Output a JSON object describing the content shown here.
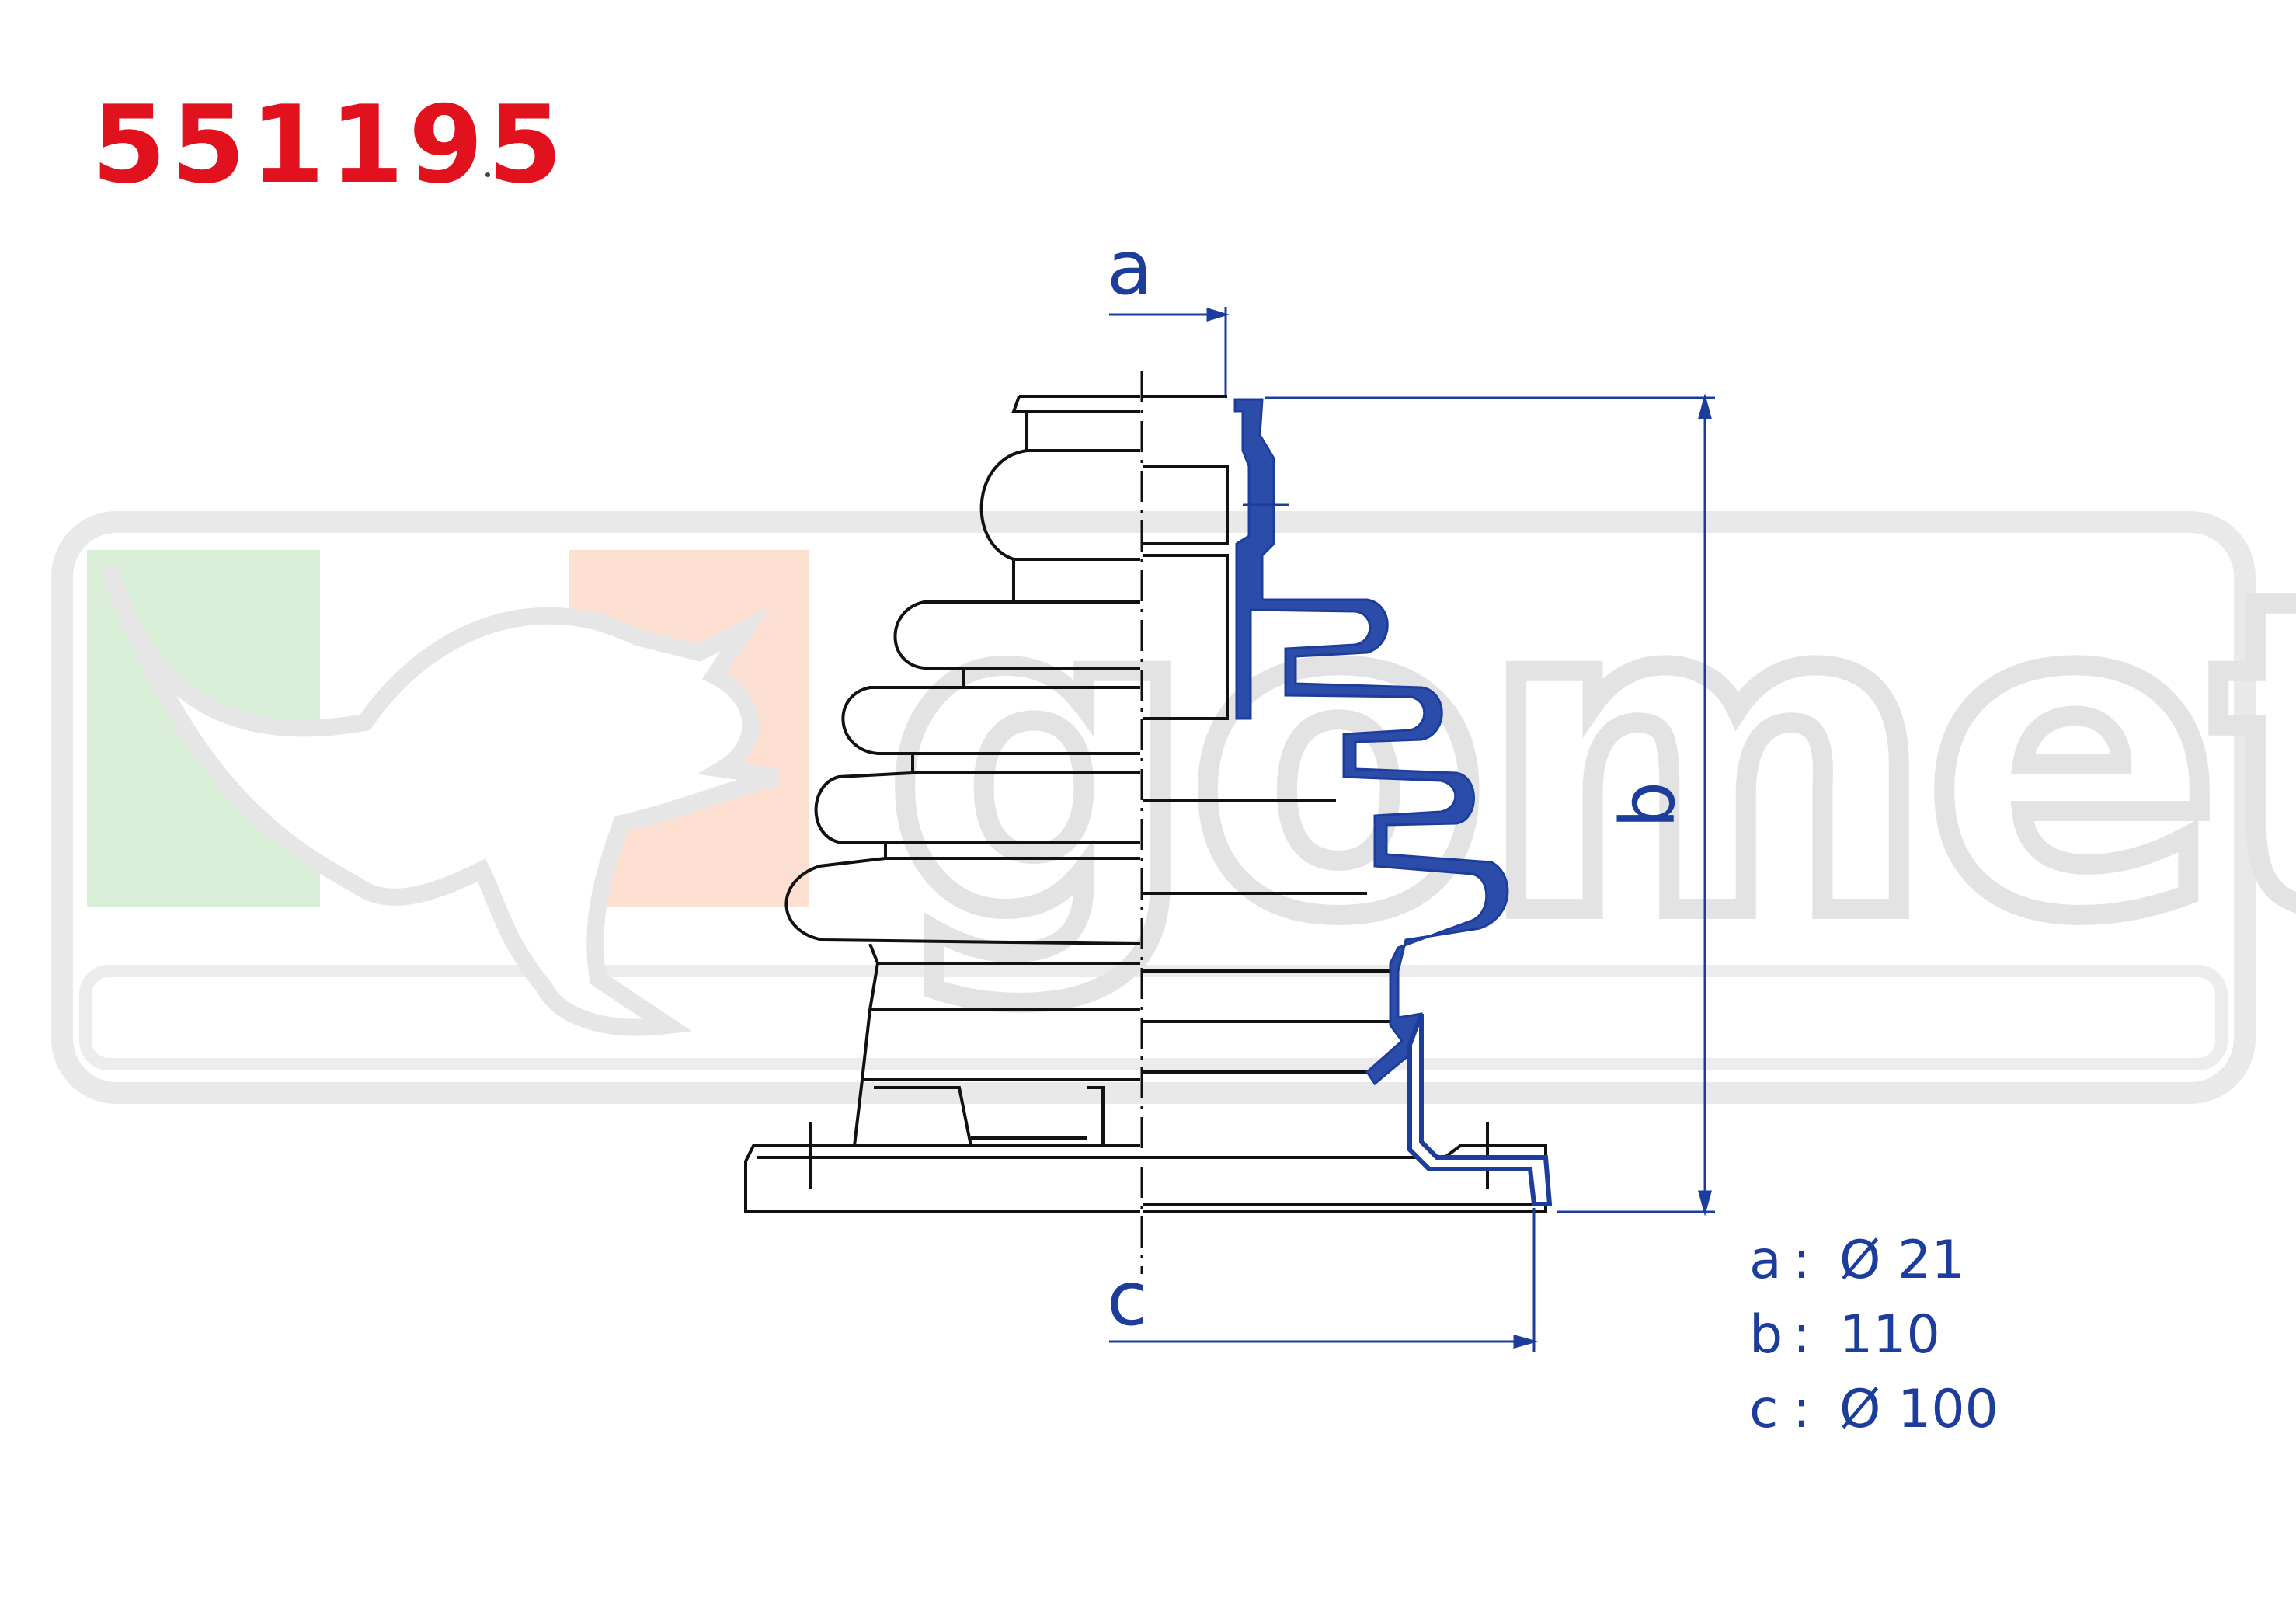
{
  "header": {
    "part_number": "551195"
  },
  "watermark": {
    "brand": "gomet",
    "flag_colors": [
      "#d7ecd4",
      "#ffffff",
      "#fbd9c9"
    ]
  },
  "dimensions": {
    "a": {
      "label": "a",
      "value": "Ø 21"
    },
    "b": {
      "label": "b",
      "value": "110"
    },
    "c": {
      "label": "c",
      "value": "Ø 100"
    }
  },
  "spec_list": [
    {
      "key": "a",
      "sep": ":",
      "value": "Ø 21"
    },
    {
      "key": "b",
      "sep": ":",
      "value": "110"
    },
    {
      "key": "c",
      "sep": ":",
      "value": "Ø 100"
    }
  ],
  "colors": {
    "part_number": "#e1121e",
    "dimension": "#1d3d9c",
    "outline": "#111111",
    "watermark": "#e6e6e6"
  }
}
